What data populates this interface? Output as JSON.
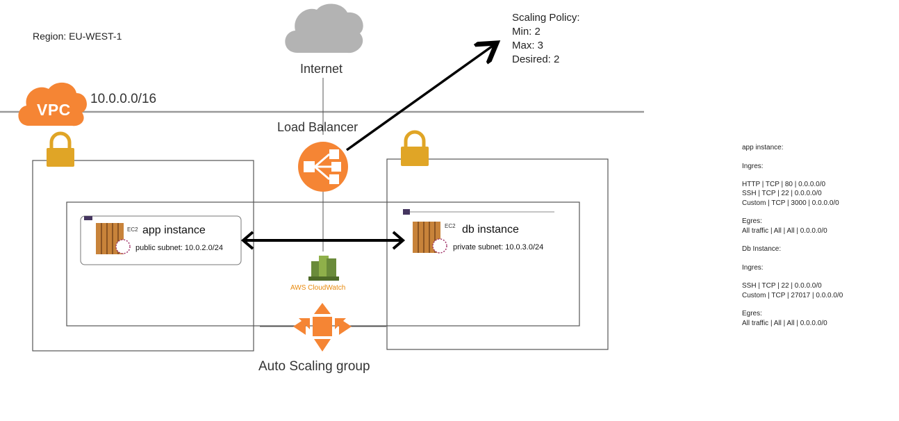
{
  "region_label": "Region: EU-WEST-1",
  "scaling_policy": {
    "title": "Scaling Policy:",
    "min": "Min: 2",
    "max": "Max: 3",
    "desired": "Desired: 2"
  },
  "internet_label": "Internet",
  "vpc": {
    "badge": "VPC",
    "cidr": "10.0.0.0/16"
  },
  "load_balancer_label": "Load Balancer",
  "app_instance": {
    "ec2_tag": "EC2",
    "title": "app instance",
    "subnet": "public subnet: 10.0.2.0/24"
  },
  "db_instance": {
    "ec2_tag": "EC2",
    "title": "db instance",
    "subnet": "private subnet: 10.0.3.0/24"
  },
  "cloudwatch_label": "AWS CloudWatch",
  "asg_label": "Auto Scaling group",
  "security_rules": [
    "app instance:",
    "",
    "Ingres:",
    "",
    "HTTP | TCP | 80 | 0.0.0.0/0",
    "SSH | TCP | 22 | 0.0.0.0/0",
    "Custom | TCP | 3000 | 0.0.0.0/0",
    "",
    "Egres:",
    "All traffic | All | All | 0.0.0.0/0",
    "",
    "Db Instance:",
    "",
    "Ingres:",
    "",
    "SSH | TCP | 22 | 0.0.0.0/0",
    "Custom | TCP | 27017 | 0.0.0.0/0",
    "",
    "Egres:",
    "All traffic | All | All | 0.0.0.0/0"
  ],
  "colors": {
    "aws_orange": "#f58534",
    "lock_gold": "#e0a526",
    "cloud_gray": "#b3b3b3",
    "ec2_brown": "#c8833a",
    "cloudwatch_green": "#6a8b3a"
  }
}
